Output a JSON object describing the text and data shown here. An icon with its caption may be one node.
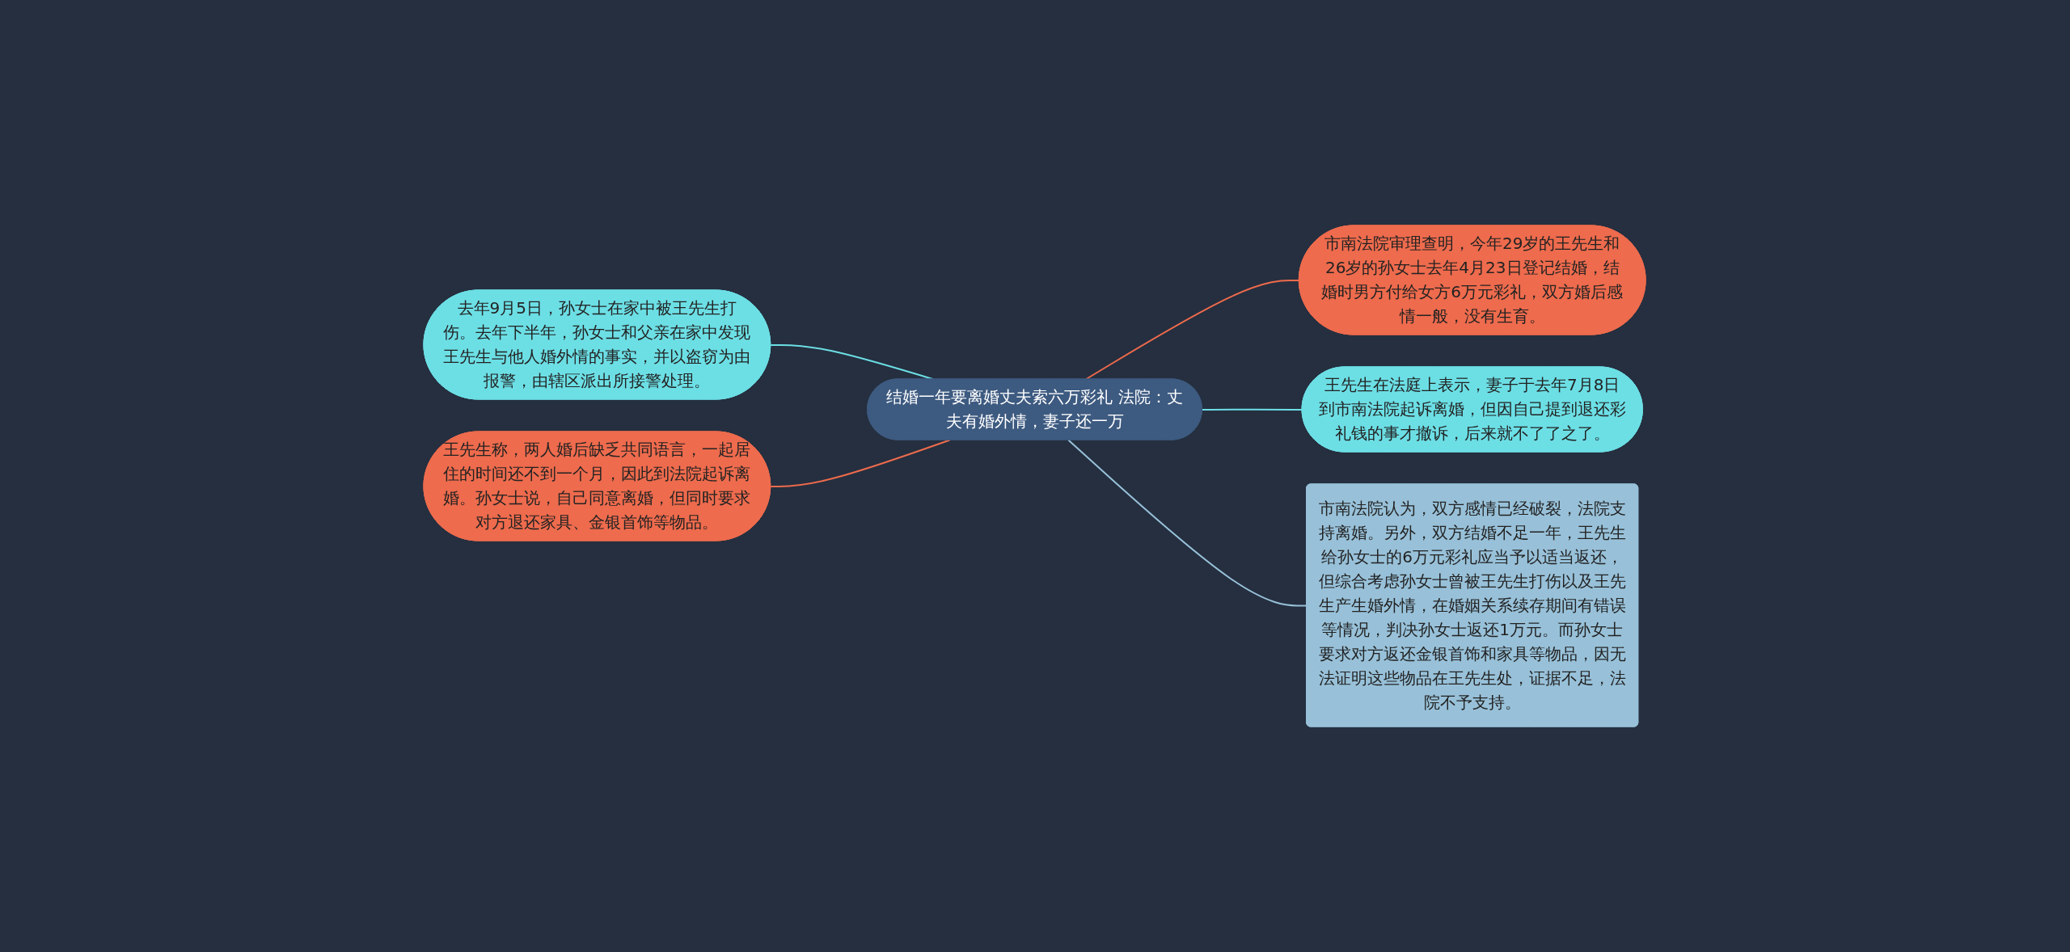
{
  "diagram": {
    "nodes": [
      {
        "text": [
          "结婚一年要离婚丈夫索六万彩礼 法院：丈夫有婚外情，妻子还一万"
        ]
      },
      {
        "text": [
          "市南法院审理查明，今年29岁的王先生和26岁的孙女士去年4月23日登记结婚，结婚时男方付给女方6万元彩礼，双方婚后感情一般，没有生育。"
        ]
      },
      {
        "text": [
          "王先生在法庭上表示，妻子于去年7月8日到市南法院起诉离婚，但因自己提到退还彩礼钱的事才撤诉，后来就不了了之了。"
        ]
      },
      {
        "text": [
          "市南法院认为，双方感情已经破裂，法院支持离婚。另外，双方结婚不足一年，王先生给孙女士的6万元彩礼应当予以适当返还，但综合考虑孙女士曾被王先生打伤以及王先生产生婚外情，在婚姻关系续存期间有错误等情况，判决孙女士返还1万元。而孙女士要求对方返还金银首饰和家具等物品，因无法证明这些物品在王先生处，证据不足，法院不予支持。"
        ]
      },
      {
        "text": [
          "去年9月5日，孙女士在家中被王先生打伤。去年下半年，孙女士和父亲在家中发现王先生与他人婚外情的事实，并以盗窃为由报警，由辖区派出所接警处理。"
        ]
      },
      {
        "text": [
          "王先生称，两人婚后缺乏共同语言，一起居住的时间还不到一个月，因此到法院起诉离婚。孙女士说，自己同意离婚，但同时要求对方退还家具、金银首饰等物品。"
        ]
      }
    ],
    "edges": [
      {
        "from": 0,
        "to": 1,
        "arrow": "none",
        "color": "#ee6b4d"
      },
      {
        "from": 0,
        "to": 2,
        "arrow": "none",
        "color": "#6cdfe5"
      },
      {
        "from": 0,
        "to": 3,
        "arrow": "none",
        "color": "#98c1d9"
      },
      {
        "from": 0,
        "to": 4,
        "arrow": "none",
        "color": "#6cdfe5"
      },
      {
        "from": 0,
        "to": 5,
        "arrow": "none",
        "color": "#ee6b4d"
      }
    ]
  }
}
